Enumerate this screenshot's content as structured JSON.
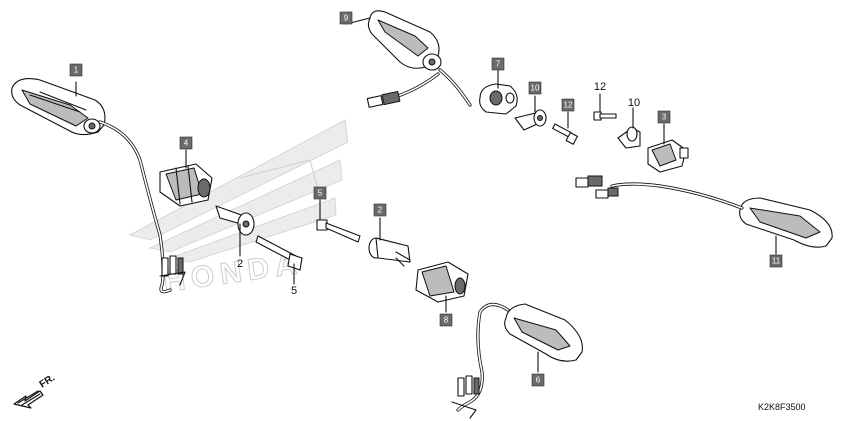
{
  "diagram": {
    "code": "K2K8F3500",
    "direction_label": "FR.",
    "watermark": "HONDA",
    "callouts": [
      "1",
      "2",
      "3",
      "4",
      "5",
      "6",
      "7",
      "8",
      "9",
      "10",
      "11",
      "12"
    ]
  }
}
